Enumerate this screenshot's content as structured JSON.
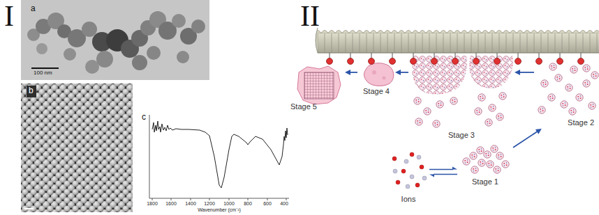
{
  "diagram": {
    "nodes": [
      {
        "text": [
          "Stage 5"
        ]
      },
      {
        "text": [
          "Stage 4"
        ]
      },
      {
        "text": [
          "Stage 3"
        ]
      },
      {
        "text": [
          "Stage 2"
        ]
      },
      {
        "text": [
          "Ions"
        ]
      },
      {
        "text": [
          "Stage 1"
        ]
      }
    ],
    "edges": [
      {
        "from": 4,
        "to": 5,
        "arrow": "both"
      },
      {
        "from": 5,
        "to": 3,
        "arrow": "to"
      },
      {
        "from": 3,
        "to": 2,
        "arrow": "to"
      },
      {
        "from": 2,
        "to": 1,
        "arrow": "to"
      },
      {
        "from": 1,
        "to": 0,
        "arrow": "to"
      }
    ],
    "labels": [
      "I",
      "a",
      "100 nm",
      "b",
      "c",
      "1800",
      "1600",
      "1400",
      "1200",
      "1000",
      "800",
      "600",
      "400",
      "Wavenumber (cm⁻¹)",
      "II"
    ]
  }
}
